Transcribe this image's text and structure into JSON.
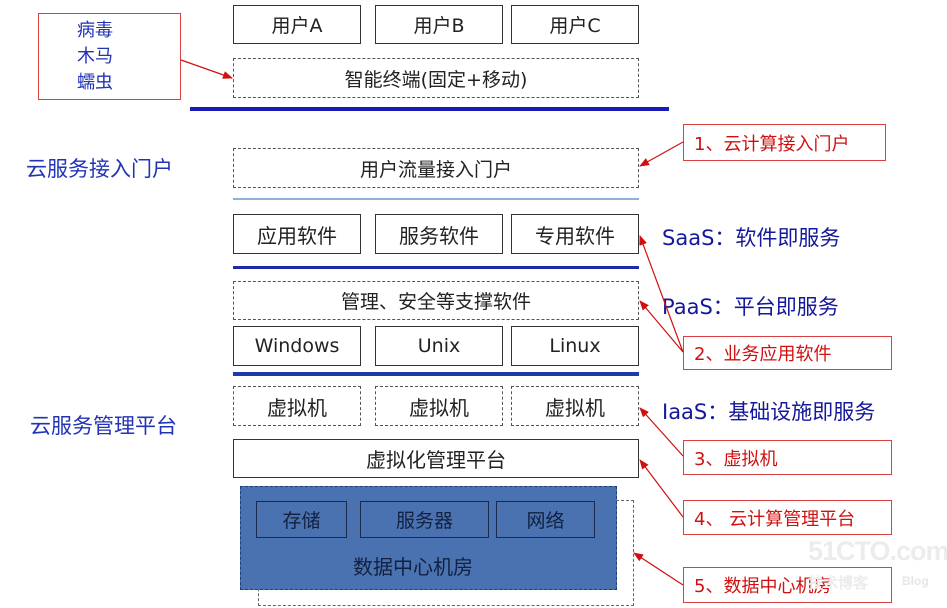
{
  "threats": {
    "l1": "病毒",
    "l2": "木马",
    "l3": "蠕虫"
  },
  "users": [
    "用户A",
    "用户B",
    "用户C"
  ],
  "terminal": "智能终端(固定+移动)",
  "side_labels": {
    "portal": "云服务接入门户",
    "management": "云服务管理平台"
  },
  "portal": "用户流量接入门户",
  "apps": [
    "应用软件",
    "服务软件",
    "专用软件"
  ],
  "support": "管理、安全等支撑软件",
  "os": [
    "Windows",
    "Unix",
    "Linux"
  ],
  "vms": [
    "虚拟机",
    "虚拟机",
    "虚拟机"
  ],
  "virt_mgmt": "虚拟化管理平台",
  "datacenter": {
    "units": [
      "存储",
      "服务器",
      "网络"
    ],
    "title": "数据中心机房"
  },
  "layers": {
    "saas": "SaaS：软件即服务",
    "paas": "PaaS：平台即服务",
    "iaas": "IaaS：基础设施即服务"
  },
  "annotations": [
    "1、云计算接入门户",
    "2、业务应用软件",
    "3、虚拟机",
    "4、 云计算管理平台",
    "5、数据中心机房"
  ],
  "watermark": {
    "main": "51CTO.com",
    "sub": "技术博客",
    "blog": "Blog"
  },
  "colors": {
    "annotation": "#d01010",
    "layer_text": "#14189a",
    "side_text": "#2233b5",
    "datacenter_fill": "#4a72b0",
    "divider_dark": "#1a1ab8",
    "divider_light": "#8fb0d8"
  }
}
